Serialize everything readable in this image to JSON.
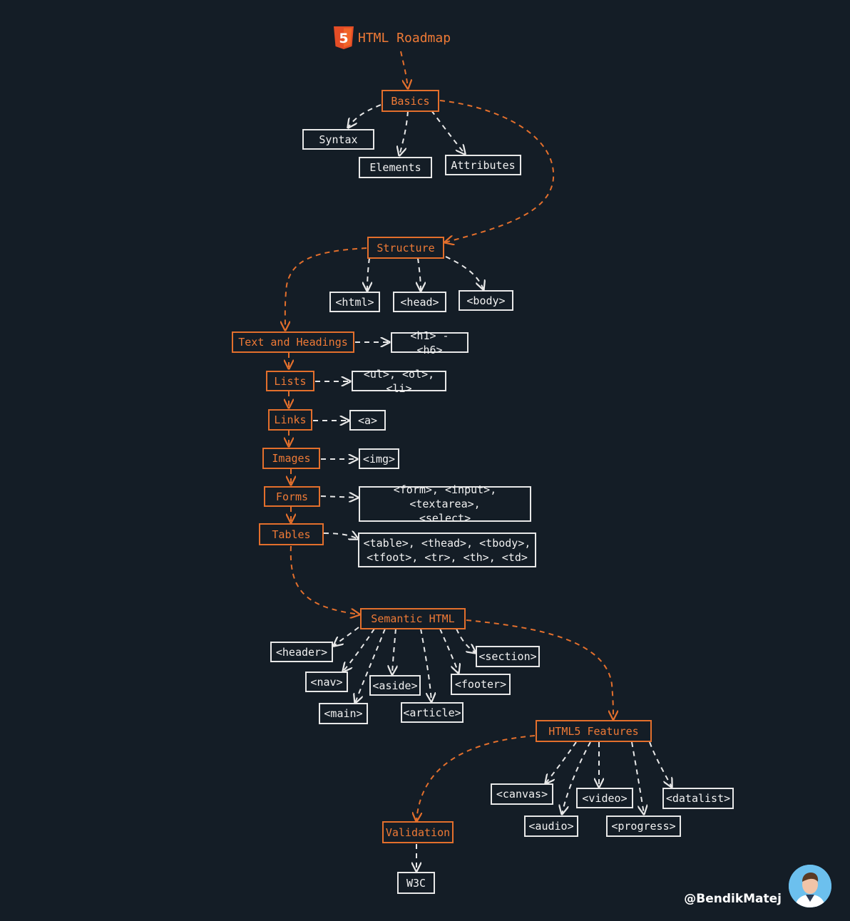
{
  "title": "HTML Roadmap",
  "title_icon": "html5-logo-icon",
  "colors": {
    "background": "#141d26",
    "accent": "#e36f2c",
    "node_border": "#e8e8e8"
  },
  "nodes": {
    "basics": "Basics",
    "syntax": "Syntax",
    "elements": "Elements",
    "attributes": "Attributes",
    "structure": "Structure",
    "html_tag": "<html>",
    "head_tag": "<head>",
    "body_tag": "<body>",
    "text_headings": "Text and Headings",
    "h1_h6": "<h1> - <h6>",
    "lists": "Lists",
    "list_tags": "<ul>, <ol>, <li>",
    "links": "Links",
    "a_tag": "<a>",
    "images": "Images",
    "img_tag": "<img>",
    "forms": "Forms",
    "form_tags": "<form>, <input>, <textarea>,\n<select>",
    "tables": "Tables",
    "table_tags": "<table>, <thead>, <tbody>,\n<tfoot>, <tr>, <th>, <td>",
    "semantic": "Semantic HTML",
    "header_tag": "<header>",
    "nav_tag": "<nav>",
    "main_tag": "<main>",
    "aside_tag": "<aside>",
    "article_tag": "<article>",
    "footer_tag": "<footer>",
    "section_tag": "<section>",
    "html5": "HTML5 Features",
    "canvas_tag": "<canvas>",
    "audio_tag": "<audio>",
    "video_tag": "<video>",
    "progress_tag": "<progress>",
    "datalist_tag": "<datalist>",
    "validation": "Validation",
    "w3c": "W3C"
  },
  "credit": "@BendikMatej",
  "avatar_icon": "avatar-photo"
}
